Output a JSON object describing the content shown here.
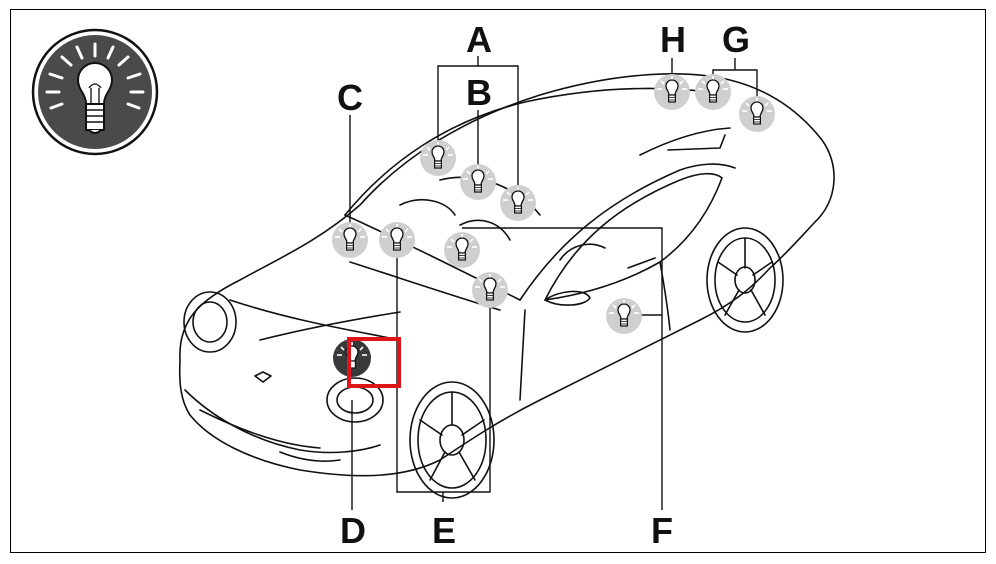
{
  "diagram": {
    "callouts": {
      "A": "A",
      "B": "B",
      "C": "C",
      "D": "D",
      "E": "E",
      "F": "F",
      "G": "G",
      "H": "H"
    },
    "badge_icon": "light-bulb-icon",
    "bulb_icon": "bulb-icon",
    "highlight_color": "#e0151c",
    "badge_color": "#4a4a4a",
    "bulb_glow_color": "#c8c8c8"
  }
}
